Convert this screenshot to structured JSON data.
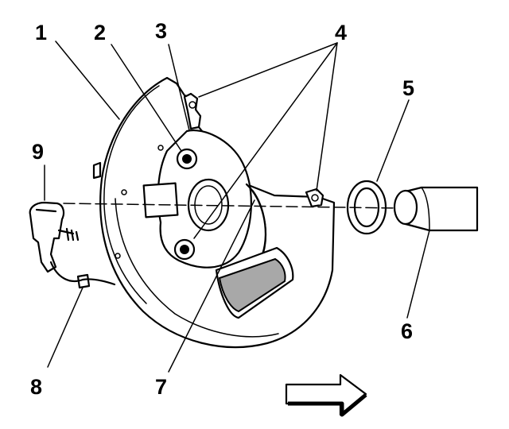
{
  "diagram": {
    "callouts": [
      {
        "id": "1",
        "text": "1"
      },
      {
        "id": "2",
        "text": "2"
      },
      {
        "id": "3",
        "text": "3"
      },
      {
        "id": "4",
        "text": "4"
      },
      {
        "id": "5",
        "text": "5"
      },
      {
        "id": "6",
        "text": "6"
      },
      {
        "id": "7",
        "text": "7"
      },
      {
        "id": "8",
        "text": "8"
      },
      {
        "id": "9",
        "text": "9"
      }
    ],
    "direction_arrow": "right-arrow-icon"
  }
}
